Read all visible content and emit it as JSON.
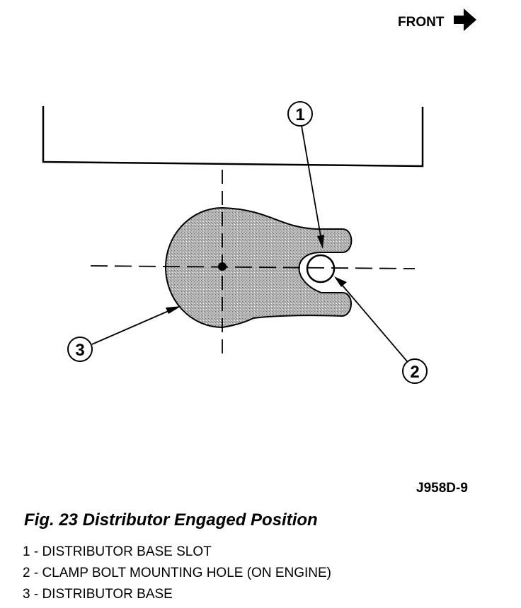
{
  "header": {
    "direction_label": "FRONT",
    "direction_icon": "right-arrow-icon"
  },
  "diagram": {
    "callouts": [
      "1",
      "2",
      "3"
    ],
    "figure_code": "J958D-9",
    "base_fill": "#b5b5b5"
  },
  "caption": {
    "title": "Fig. 23 Distributor Engaged Position"
  },
  "legend": {
    "items": [
      "1 - DISTRIBUTOR BASE SLOT",
      "2 - CLAMP BOLT MOUNTING HOLE (ON ENGINE)",
      "3 - DISTRIBUTOR BASE"
    ]
  }
}
